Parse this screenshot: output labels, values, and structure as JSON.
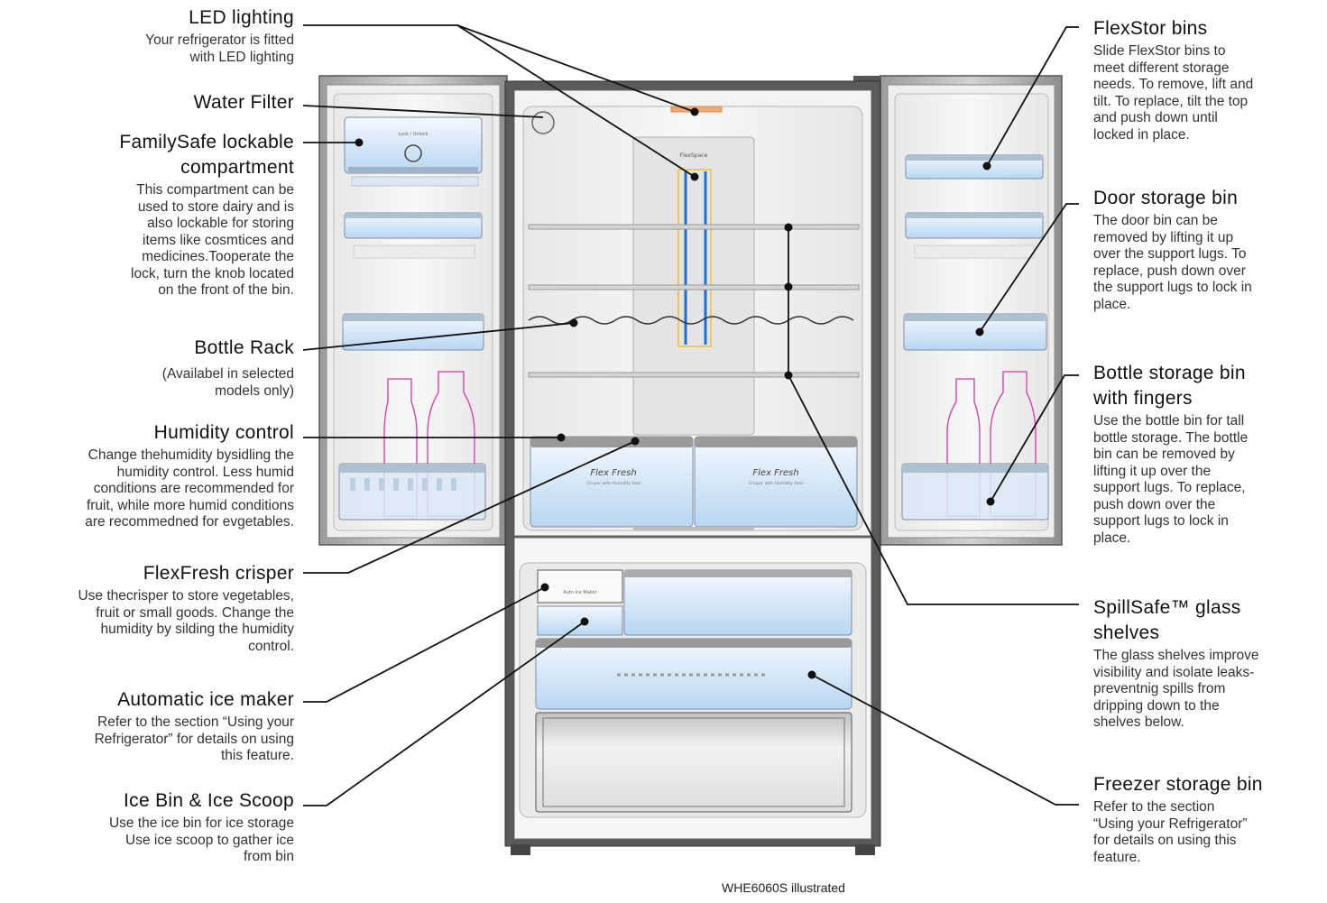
{
  "labels": {
    "led": {
      "title": "LED lighting",
      "desc": "Your refrigerator is fitted\nwith LED lighting"
    },
    "water": {
      "title": "Water Filter",
      "desc": ""
    },
    "familysafe": {
      "title": "FamilySafe lockable\ncompartment",
      "desc": "This compartment can be\nused to store dairy and is\nalso lockable for storing\nitems like cosmtices and\nmedicines.Tooperate the\nlock, turn the knob located\non the front of the bin."
    },
    "bottlerack": {
      "title": "Bottle Rack",
      "desc": "(Availabel in selected\nmodels only)"
    },
    "humidity": {
      "title": "Humidity control",
      "desc": "Change thehumidity bysidling the\nhumidity control. Less humid\nconditions are recommended for\nfruit, while more humid conditions\nare recommedned for evgetables."
    },
    "crisper": {
      "title": "FlexFresh crisper",
      "desc": "Use thecrisper to store vegetables,\nfruit or small goods. Change the\nhumidity by silding the humidity\ncontrol."
    },
    "icemaker": {
      "title": "Automatic ice maker",
      "desc": "Refer to the section “Using your\nRefrigerator” for details on using\nthis feature."
    },
    "icebin": {
      "title": "Ice Bin & Ice Scoop",
      "desc": "Use the ice bin for ice storage\nUse ice scoop to gather ice\nfrom bin"
    },
    "flexstor": {
      "title": "FlexStor bins",
      "desc": "Slide FlexStor bins to\nmeet different storage\nneeds. To remove, lift and\ntilt. To replace, tilt the top\nand push down until\nlocked in place."
    },
    "doorbin": {
      "title": "Door storage bin",
      "desc": "The door bin can be\nremoved by lifting it up\nover the support lugs. To\nreplace, push down over\nthe support lugs to lock in\nplace."
    },
    "bottlebin": {
      "title": "Bottle storage bin\nwith fingers",
      "desc": "Use the bottle bin for tall\nbottle storage. The bottle\nbin can be removed by\nlifting it up over the\nsupport lugs. To replace,\npush down over the\nsupport lugs to lock in\nplace."
    },
    "spillsafe": {
      "title": "SpillSafe™ glass\nshelves",
      "desc": "The glass shelves improve\nvisibility and isolate leaks-\npreventnig spills from\ndripping down to the\nshelves below."
    },
    "freezerbin": {
      "title": "Freezer storage bin",
      "desc": "Refer to the section\n“Using your Refrigerator”\nfor details on using this\nfeature."
    }
  },
  "fridge_text": {
    "flexspace": "FlexSpace",
    "flexfresh": "Flex Fresh",
    "crisper_sub": "Crisper with Humidity Seal",
    "icemaker_small": "Auto Ice Maker"
  },
  "footer": {
    "model": "WHE6060S  illustrated"
  }
}
